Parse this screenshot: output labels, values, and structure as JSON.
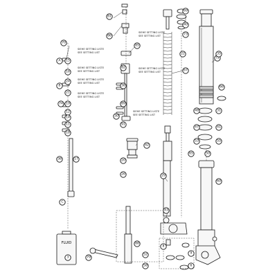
{
  "callouts": {
    "c1": "81",
    "c2": "86",
    "c3": "85",
    "c4": "69",
    "c5": "40",
    "c6": "73",
    "c7": "72",
    "c8": "67",
    "c9": "66",
    "c10": "82",
    "c11": "38",
    "c12": "89",
    "c13": "30",
    "c14": "91",
    "c15": "A",
    "c16": "B",
    "c17": "70",
    "c18": "15",
    "c19": "16",
    "c20": "24",
    "c21": "21",
    "c22": "74",
    "c23": "19",
    "c24": "12",
    "c25": "14",
    "c26": "11",
    "c27": "18",
    "c28": "36",
    "c29": "17",
    "c30": "C",
    "c31": "42",
    "c32": "20",
    "c33": "26",
    "c34": "29",
    "c35": "43",
    "c36": "22",
    "c37": "35",
    "c38": "31",
    "c39": "48",
    "c40": "47",
    "c41": "41",
    "c42": "53",
    "c43": "55",
    "c44": "50",
    "c45": "65",
    "c46": "60",
    "c47": "88",
    "c48": "52",
    "c49": "58",
    "c50": "8",
    "c51": "9",
    "c52": "6",
    "c53": "3",
    "c54": "79"
  },
  "notes": {
    "n1a": "SIEHE SETTING LISTE",
    "n1b": "SEE SETTING LIST",
    "n2a": "SIEHE SETTING LISTE",
    "n2b": "SEE SETTING LIST",
    "n3a": "SIEHE SETTING LISTE",
    "n3b": "SEE SETTING LIST",
    "n4a": "SIEHE SETTING LISTE",
    "n4b": "SEE SETTING LIST",
    "n5a": "SIEHE SETTING LISTE",
    "n5b": "SEE SETTING LIST",
    "n6a": "SIEHE SETTING LISTE",
    "n6b": "SEE SETTING LIST",
    "n7a": "SIEHE SETTING LISTE",
    "n7b": "SEE SETTING LIST"
  },
  "bottle_label": "FLUID"
}
